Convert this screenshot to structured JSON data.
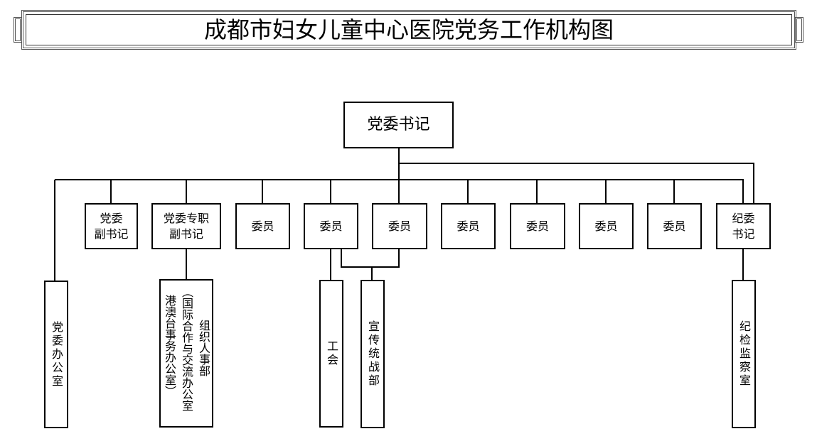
{
  "title": "成都市妇女儿童中心医院党务工作机构图",
  "top": "党委书记",
  "row": [
    "党委\n副书记",
    "党委专职\n副书记",
    "委员",
    "委员",
    "委员",
    "委员",
    "委员",
    "委员",
    "委员",
    "纪委\n书记"
  ],
  "bottom": {
    "office": "党委办公室",
    "org_line1": "组织人事部",
    "org_line2": "（国际合作与交流办公室",
    "org_line3": "港澳台事务办公室）",
    "union": "工会",
    "propaganda": "宣传统战部",
    "discipline": "纪检监察室"
  }
}
